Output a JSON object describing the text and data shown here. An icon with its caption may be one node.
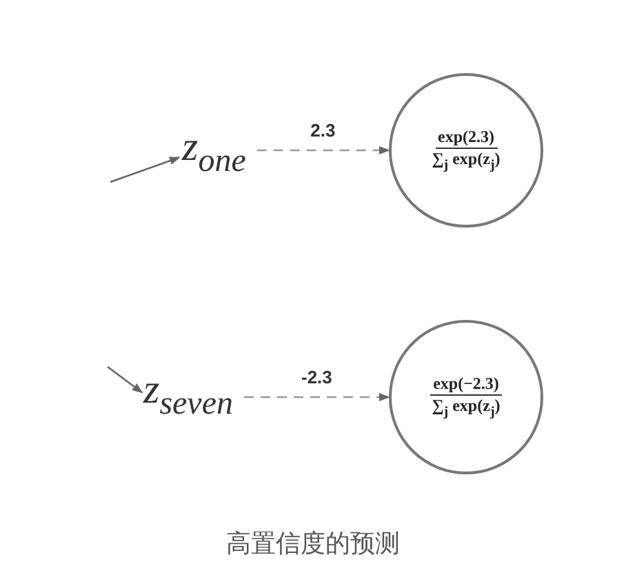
{
  "diagram": {
    "caption": "高置信度的预测",
    "nodes": [
      {
        "text": [
          "z$_{one}$"
        ]
      },
      {
        "text": [
          "exp(2.3)",
          "∑$_{j}$ exp(z$_{j}$)"
        ]
      },
      {
        "text": [
          "z$_{seven}$"
        ]
      },
      {
        "text": [
          "exp(−2.3)",
          "∑$_{j}$ exp(z$_{j}$)"
        ]
      }
    ],
    "edges": [
      {
        "from": null,
        "to": 0,
        "arrow": "to"
      },
      {
        "from": 0,
        "to": 1,
        "arrow": "to",
        "label": "2.3",
        "style": "dashed"
      },
      {
        "from": null,
        "to": 2,
        "arrow": "to"
      },
      {
        "from": 2,
        "to": 3,
        "arrow": "to",
        "label": "-2.3",
        "style": "dashed"
      }
    ]
  }
}
